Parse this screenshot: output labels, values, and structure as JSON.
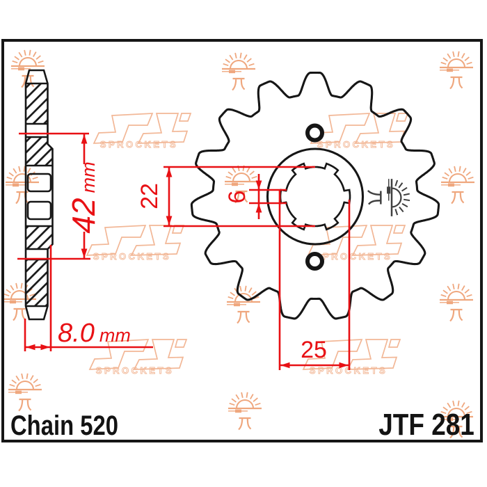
{
  "title_block": {
    "chain_label": "Chain 520",
    "part_number": "JTF 281"
  },
  "dimensions": {
    "overall_width": {
      "value": "42",
      "unit": "mm"
    },
    "plate_thickness": {
      "value": "8.0",
      "unit": "mm"
    },
    "bore_across_teeth": {
      "value": "22"
    },
    "spline_groove_width": {
      "value": "6"
    },
    "bore_across_grooves": {
      "value": "25"
    }
  },
  "watermark": {
    "brand": "SPROCKETS"
  },
  "colors": {
    "dimension_red": "#e81014",
    "drawing_black": "#161616",
    "watermark_orange": "#efa77e",
    "watermark_peach": "#f2b796",
    "stamp_gray": "#3f3f3f",
    "background": "#ffffff"
  }
}
